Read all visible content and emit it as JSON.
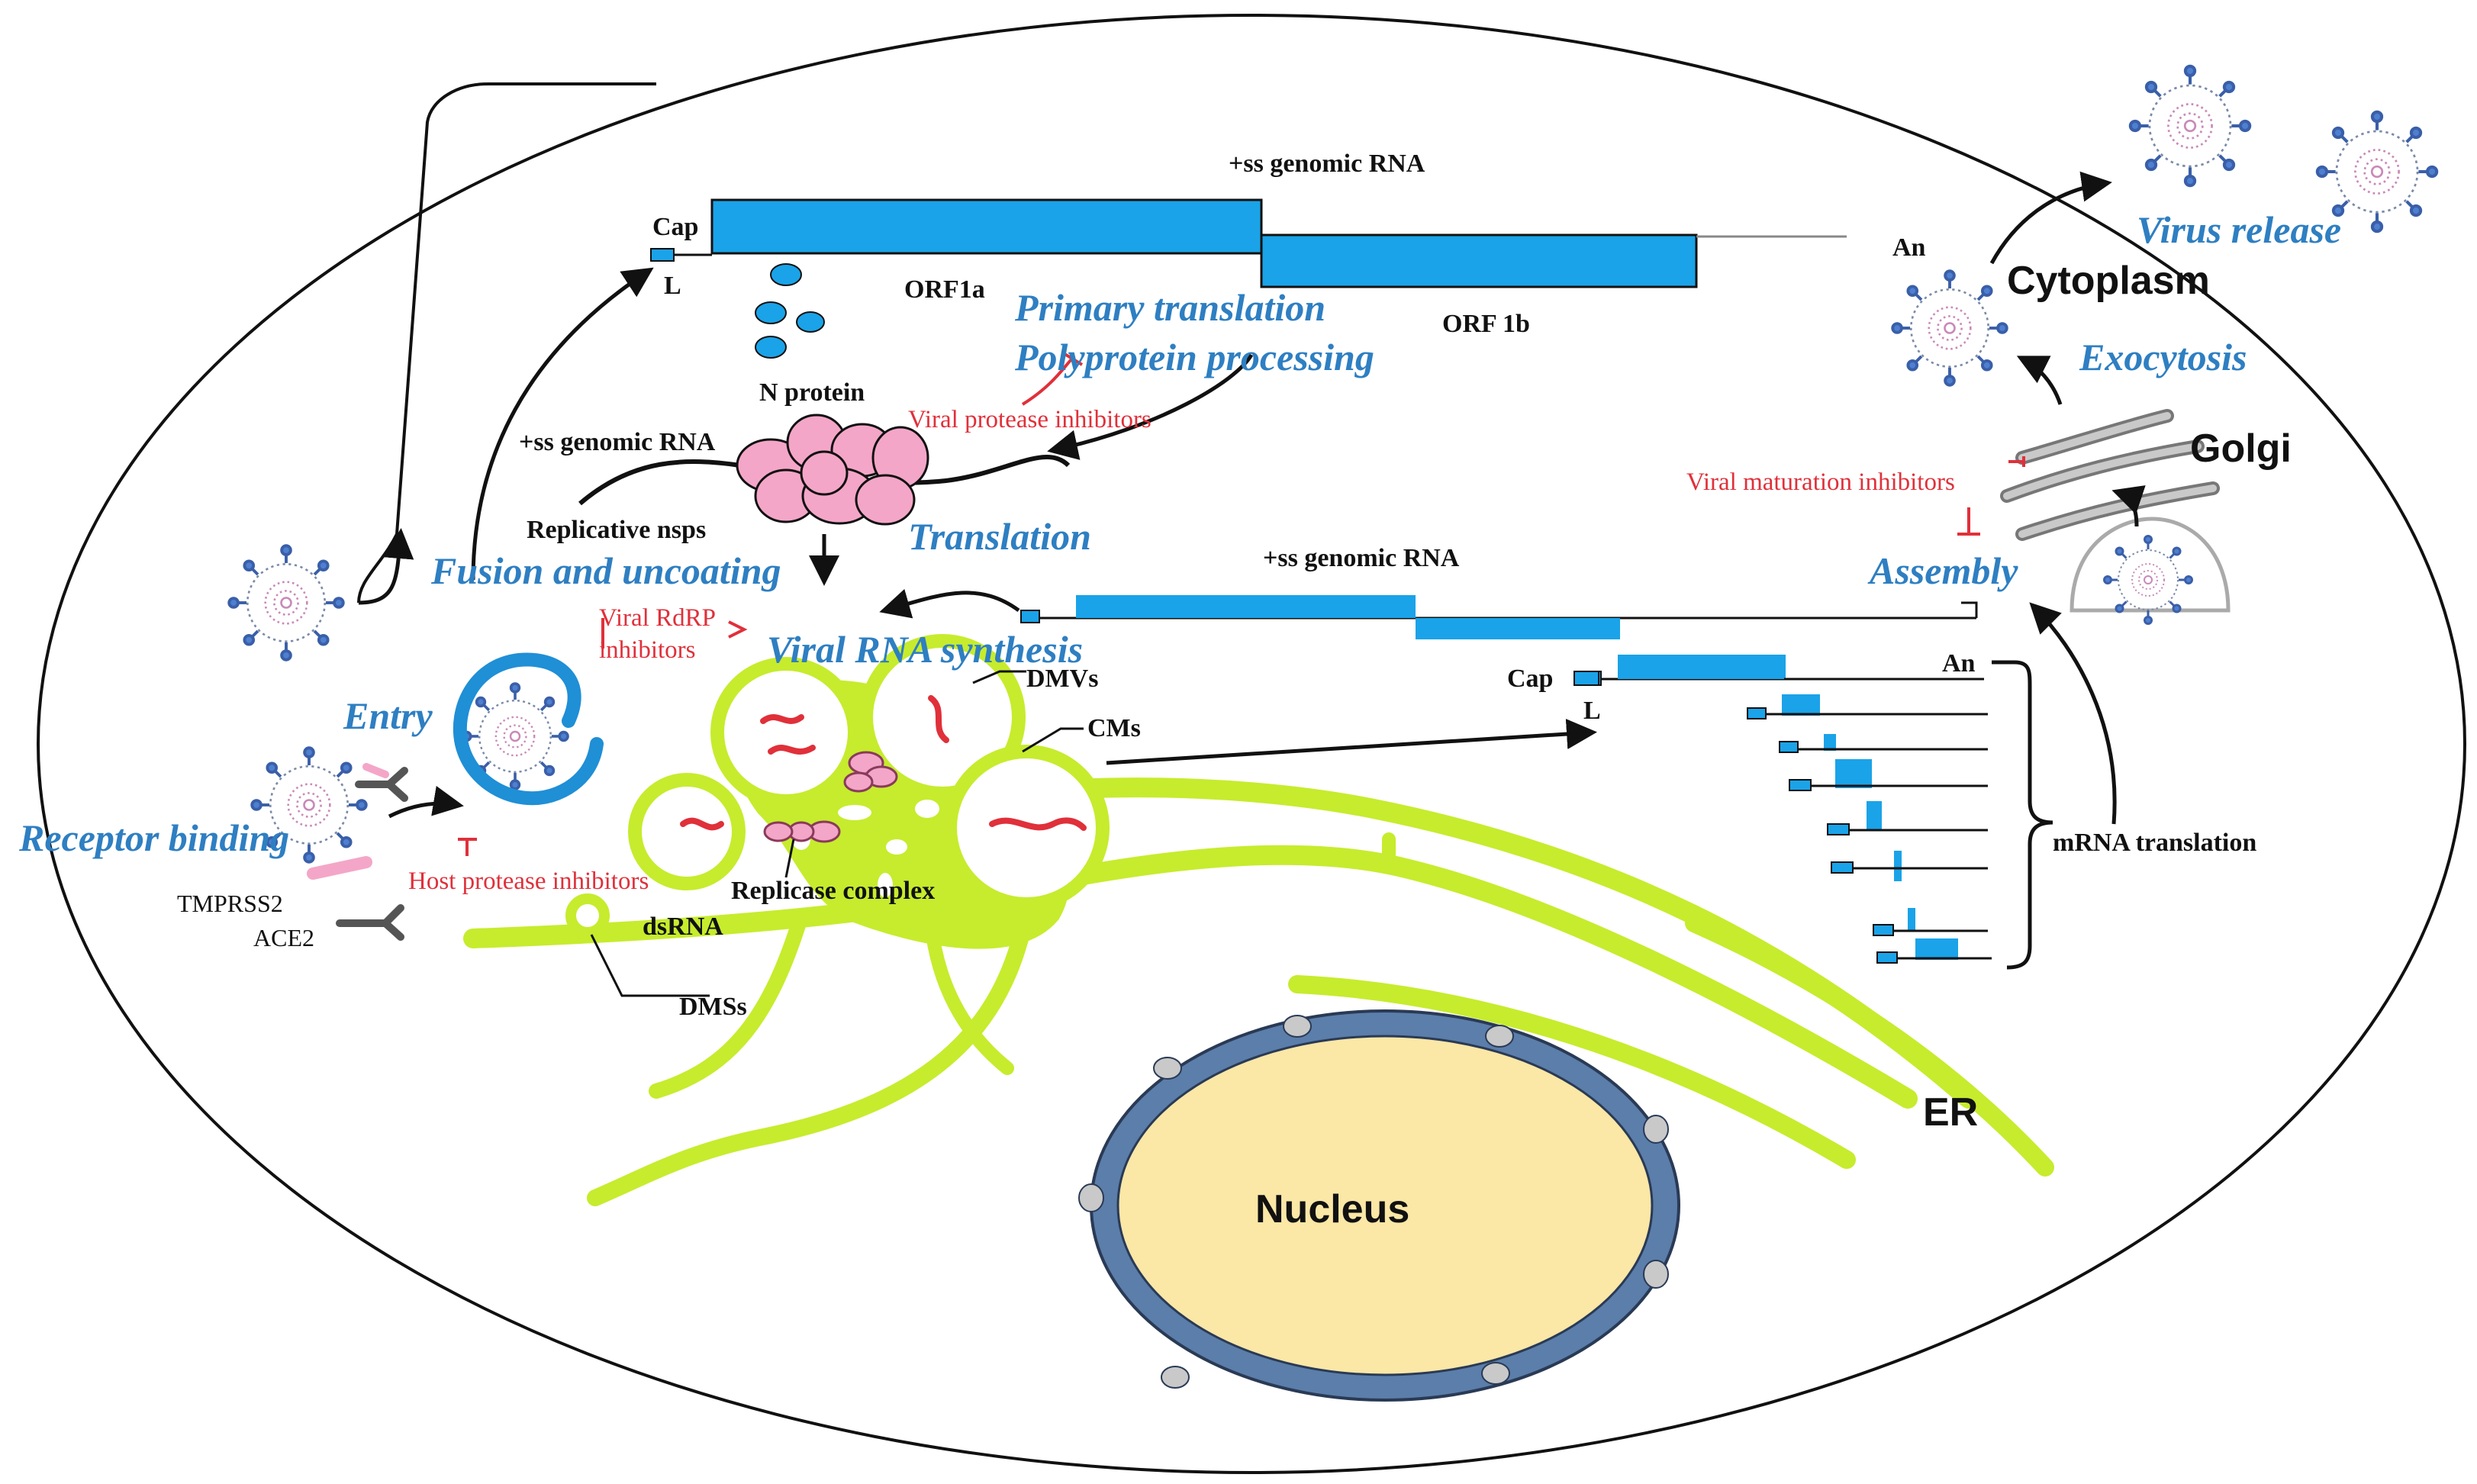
{
  "colors": {
    "stage": "#2e7fc2",
    "inhibitor": "#e0303a",
    "rna_bar": "#1aa3e8",
    "er": "#c6ec2d",
    "nucleus_fill": "#fbe7a6",
    "nucleus_envelope": "#5b7eaa",
    "protein_pink": "#f4a6c8",
    "golgi": "#9a9a9a"
  },
  "labels": {
    "genomic_rna_top": "+ss genomic RNA",
    "cap_top": "Cap",
    "l_top": "L",
    "an_top": "An",
    "orf1a": "ORF1a",
    "orf1b": "ORF 1b",
    "n_protein": "N protein",
    "genomic_rna_left": "+ss genomic RNA",
    "replicative_nsps": "Replicative nsps",
    "genomic_rna_mid": "+ss genomic RNA",
    "cap_sub": "Cap",
    "l_sub": "L",
    "an_sub": "An",
    "mrna_translation": "mRNA translation",
    "dmvs": "DMVs",
    "cms": "CMs",
    "replicase_complex": "Replicase complex",
    "dsrna": "dsRNA",
    "dmss": "DMSs",
    "tmprss2": "TMPRSS2",
    "ace2": "ACE2",
    "golgi": "Golgi",
    "cytoplasm": "Cytoplasm",
    "er": "ER",
    "nucleus": "Nucleus"
  },
  "stages": {
    "primary_translation": "Primary translation",
    "polyprotein_processing": "Polyprotein processing",
    "translation": "Translation",
    "fusion_uncoating": "Fusion and uncoating",
    "viral_rna_synthesis": "Viral RNA synthesis",
    "entry": "Entry",
    "receptor_binding": "Receptor binding",
    "virus_release": "Virus release",
    "exocytosis": "Exocytosis",
    "assembly": "Assembly"
  },
  "inhibitors": {
    "viral_protease": "Viral protease inhibitors",
    "viral_rdrp_line1": "Viral RdRP",
    "viral_rdrp_line2": "inhibitors",
    "host_protease": "Host protease inhibitors",
    "viral_maturation": "Viral maturation inhibitors"
  }
}
